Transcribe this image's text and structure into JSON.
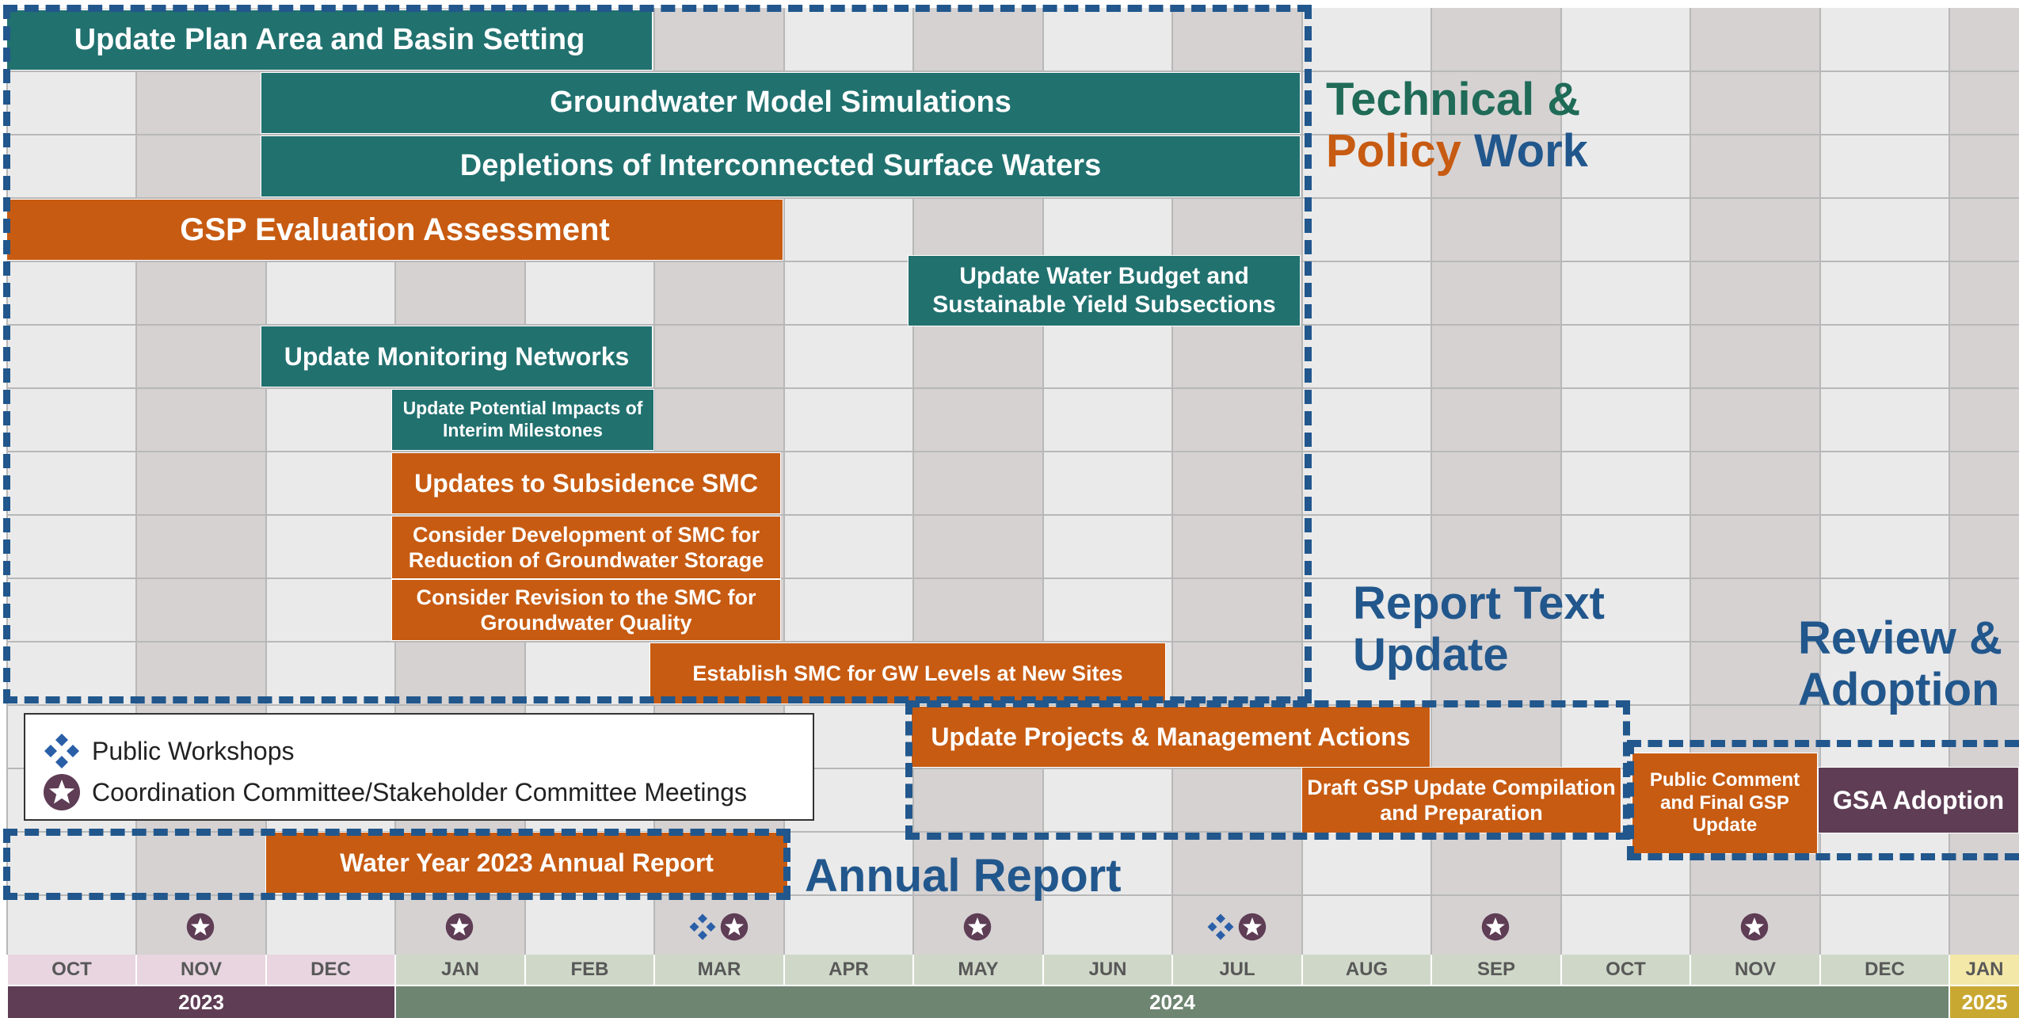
{
  "months": [
    {
      "label": "OCT",
      "color": "#e8d5df"
    },
    {
      "label": "NOV",
      "color": "#e8d5df"
    },
    {
      "label": "DEC",
      "color": "#e8d5df"
    },
    {
      "label": "JAN",
      "color": "#cfd8c8"
    },
    {
      "label": "FEB",
      "color": "#cfd8c8"
    },
    {
      "label": "MAR",
      "color": "#cfd8c8"
    },
    {
      "label": "APR",
      "color": "#cfd8c8"
    },
    {
      "label": "MAY",
      "color": "#cfd8c8"
    },
    {
      "label": "JUN",
      "color": "#cfd8c8"
    },
    {
      "label": "JUL",
      "color": "#cfd8c8"
    },
    {
      "label": "AUG",
      "color": "#cfd8c8"
    },
    {
      "label": "SEP",
      "color": "#cfd8c8"
    },
    {
      "label": "OCT",
      "color": "#cfd8c8"
    },
    {
      "label": "NOV",
      "color": "#cfd8c8"
    },
    {
      "label": "DEC",
      "color": "#cfd8c8"
    },
    {
      "label": "JAN",
      "color": "#f3e8a8"
    }
  ],
  "years": [
    {
      "label": "2023",
      "color": "#5e3d55"
    },
    {
      "label": "2024",
      "color": "#6e8572"
    },
    {
      "label": "2025",
      "color": "#c9a832"
    }
  ],
  "tasks": {
    "basin_setting": "Update Plan Area and Basin Setting",
    "gw_model": "Groundwater Model Simulations",
    "depletions": "Depletions of Interconnected Surface Waters",
    "gsp_eval": "GSP Evaluation Assessment",
    "water_budget": "Update Water Budget and Sustainable Yield Subsections",
    "monitoring": "Update Monitoring Networks",
    "interim_milestones": "Update Potential Impacts of Interim Milestones",
    "subsidence": "Updates to Subsidence SMC",
    "gw_storage": "Consider Development of SMC for Reduction of Groundwater Storage",
    "gw_quality": "Consider Revision to the SMC for Groundwater Quality",
    "gw_levels": "Establish SMC for GW Levels at New Sites",
    "projects": "Update Projects & Management Actions",
    "draft_gsp": "Draft GSP Update Compilation and Preparation",
    "public_comment": "Public Comment and Final GSP Update",
    "gsa_adoption": "GSA Adoption",
    "annual_report": "Water Year 2023 Annual Report"
  },
  "sections": {
    "technical_line1": "Technical &",
    "technical_line2_part1": "Policy",
    "technical_line2_part2": "Work",
    "report_text": "Report Text Update",
    "review": "Review & Adoption",
    "annual_report": "Annual Report"
  },
  "legend": {
    "workshops": "Public Workshops",
    "committee": "Coordination Committee/Stakeholder Committee Meetings"
  },
  "markers": [
    {
      "month": "NOV",
      "types": [
        "committee"
      ]
    },
    {
      "month": "JAN",
      "types": [
        "committee"
      ]
    },
    {
      "month": "MAR",
      "types": [
        "workshop",
        "committee"
      ]
    },
    {
      "month": "MAY",
      "types": [
        "committee"
      ]
    },
    {
      "month": "JUL",
      "types": [
        "workshop",
        "committee"
      ]
    },
    {
      "month": "SEP",
      "types": [
        "committee"
      ]
    },
    {
      "month": "NOV",
      "types": [
        "committee"
      ]
    }
  ],
  "colors": {
    "teal": "#21716f",
    "orange": "#c75b12",
    "plum": "#5e3d55",
    "dash_blue": "#21578c",
    "technical_green": "#1f6b57"
  }
}
